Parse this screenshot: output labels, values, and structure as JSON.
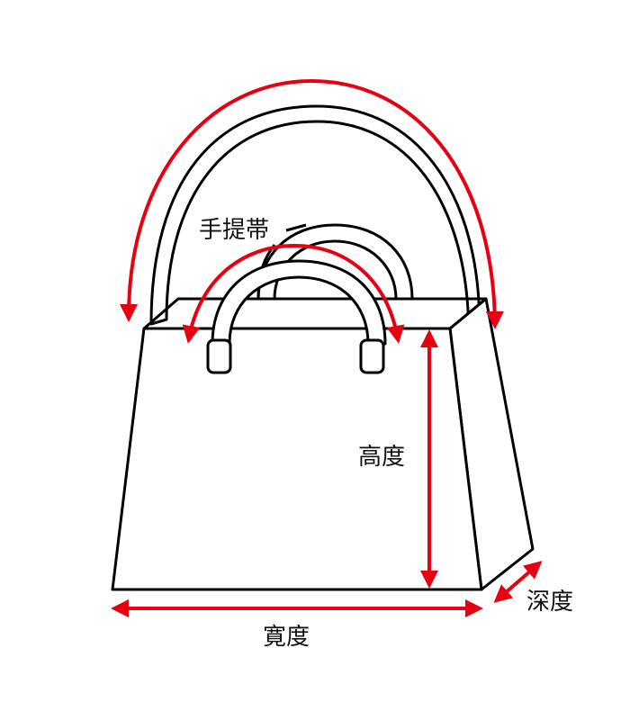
{
  "labels": {
    "handle": "手提帯",
    "height": "高度",
    "width": "寛度",
    "depth": "深度"
  },
  "colors": {
    "outline": "#000000",
    "arrow": "#e60012"
  }
}
